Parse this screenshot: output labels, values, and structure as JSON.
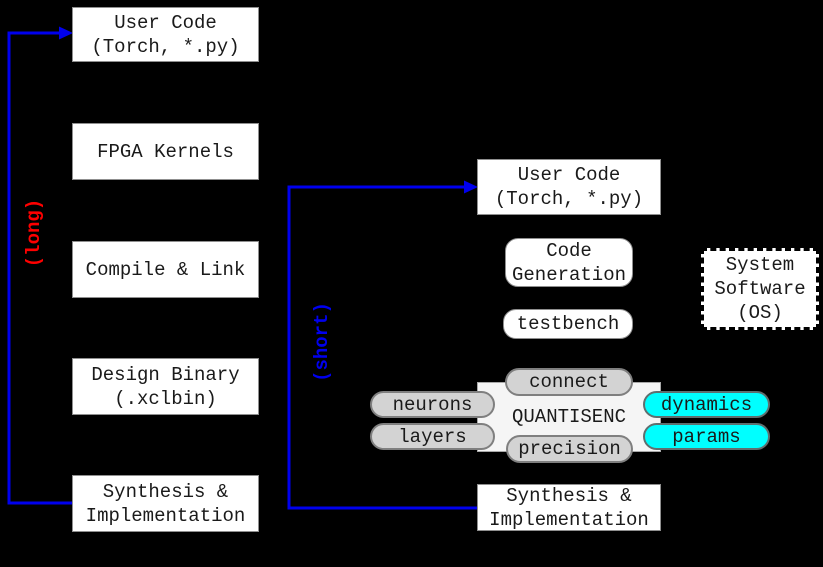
{
  "colors": {
    "background": "#000000",
    "box_fill": "#ffffff",
    "core_fill": "#f5f5f5",
    "pill_fill": "#d3d3d3",
    "cyan_pill_fill": "#00ffff",
    "loop_long": "#ff0000",
    "loop_short": "#0000ee",
    "text": "#1a1a1a"
  },
  "left_flow": {
    "loop_label": "(long)",
    "boxes": [
      {
        "lines": [
          "User Code",
          "(Torch, *.py)"
        ]
      },
      {
        "lines": [
          "FPGA Kernels"
        ]
      },
      {
        "lines": [
          "Compile & Link"
        ]
      },
      {
        "lines": [
          "Design Binary",
          "(.xclbin)"
        ]
      },
      {
        "lines": [
          "Synthesis &",
          "Implementation"
        ]
      }
    ]
  },
  "right_flow": {
    "loop_label": "(short)",
    "user_code": {
      "lines": [
        "User Code",
        "(Torch, *.py)"
      ]
    },
    "code_generation": {
      "lines": [
        "Code",
        "Generation"
      ]
    },
    "testbench": "testbench",
    "quantisenc": {
      "core_label": "QUANTISENC",
      "pills": {
        "connect": "connect",
        "neurons": "neurons",
        "layers": "layers",
        "precision": "precision",
        "dynamics": "dynamics",
        "params": "params"
      }
    },
    "synthesis": {
      "lines": [
        "Synthesis &",
        "Implementation"
      ]
    }
  },
  "system_software": {
    "lines": [
      "System",
      "Software",
      "(OS)"
    ]
  }
}
